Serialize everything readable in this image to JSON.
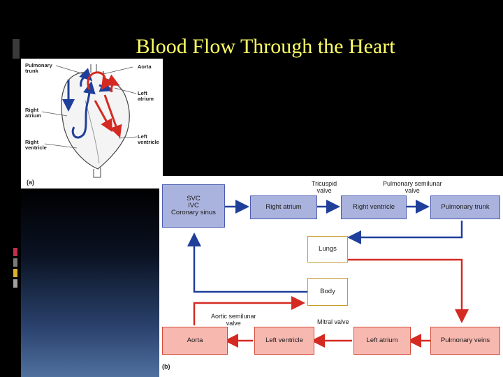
{
  "slide": {
    "title": "Blood Flow Through the Heart"
  },
  "figure_a": {
    "panel_label": "(a)",
    "labels": {
      "pulmonary_trunk": "Pulmonary trunk",
      "aorta": "Aorta",
      "left_atrium": "Left atrium",
      "right_atrium": "Right atrium",
      "left_ventricle": "Left ventricle",
      "right_ventricle": "Right ventricle"
    }
  },
  "figure_b": {
    "panel_label": "(b)",
    "boxes": {
      "svc": "SVC",
      "ivc": "IVC",
      "coronary_sinus": "Coronary sinus",
      "right_atrium": "Right atrium",
      "right_ventricle": "Right ventricle",
      "pulmonary_trunk": "Pulmonary trunk",
      "lungs": "Lungs",
      "body": "Body",
      "aorta": "Aorta",
      "left_ventricle": "Left ventricle",
      "left_atrium": "Left atrium",
      "pulmonary_veins": "Pulmonary veins"
    },
    "valves": {
      "tricuspid_line1": "Tricuspid",
      "tricuspid_line2": "valve",
      "pulmonary_semilunar_line1": "Pulmonary semilunar",
      "pulmonary_semilunar_line2": "valve",
      "aortic_semilunar_line1": "Aortic semilunar",
      "aortic_semilunar_line2": "valve",
      "mitral": "Mitral valve"
    }
  },
  "colors": {
    "title": "#ffff66",
    "deoxygenated": "#1f3f9a",
    "oxygenated": "#d42a22",
    "blue_box": "#aab3dd",
    "red_box": "#f7b8b0",
    "neutral_box_border": "#c49a2e"
  }
}
